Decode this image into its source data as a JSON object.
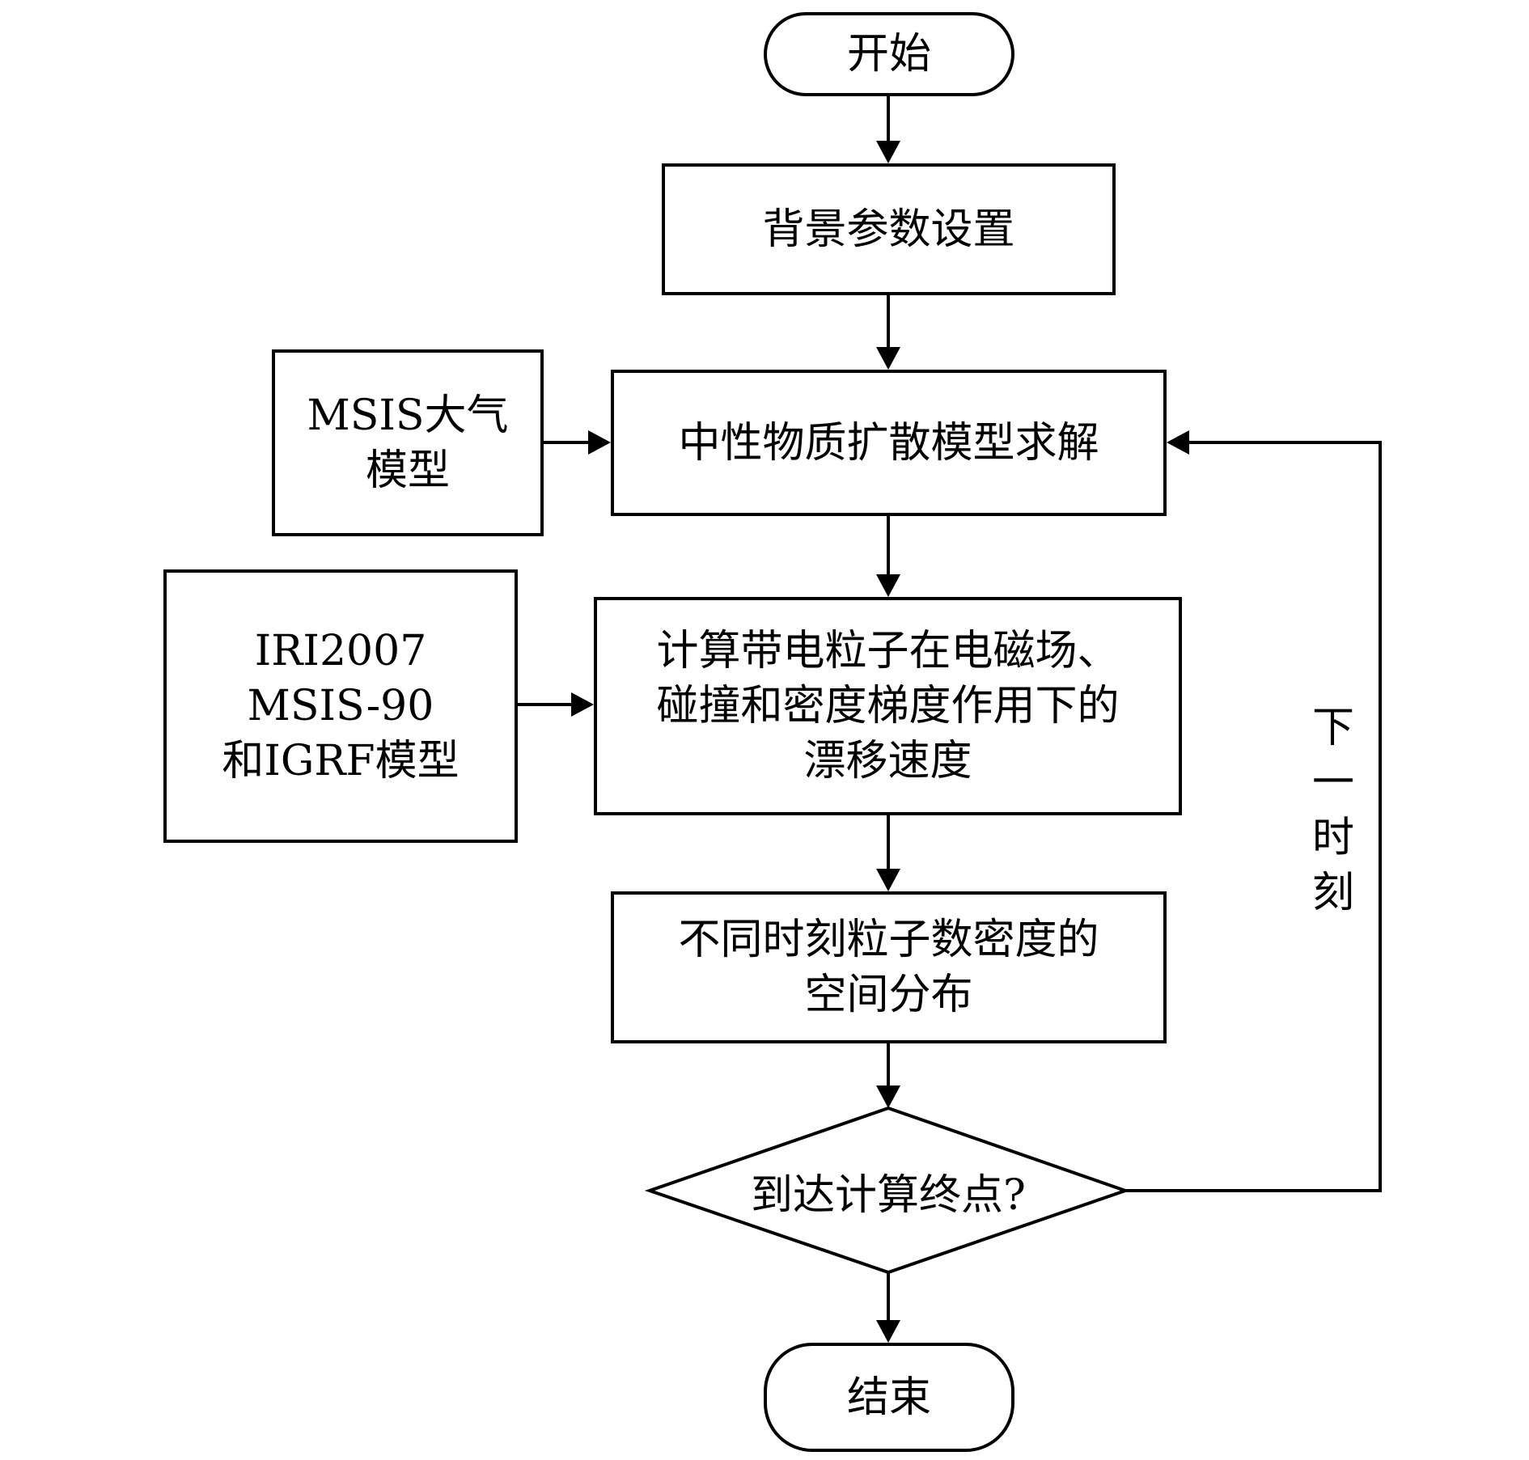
{
  "flowchart": {
    "start": "开始",
    "background_params": "背景参数设置",
    "msis_model": "MSIS大气\n模型",
    "neutral_diffusion": "中性物质扩散模型求解",
    "input_models": "IRI2007\nMSIS-90\n和IGRF模型",
    "drift_velocity": "计算带电粒子在电磁场、\n碰撞和密度梯度作用下的\n漂移速度",
    "density_distribution": "不同时刻粒子数密度的\n空间分布",
    "decision": "到达计算终点?",
    "loop_label": "下\n一\n时\n刻",
    "end": "结束"
  },
  "colors": {
    "stroke": "#000000",
    "background": "#ffffff"
  }
}
